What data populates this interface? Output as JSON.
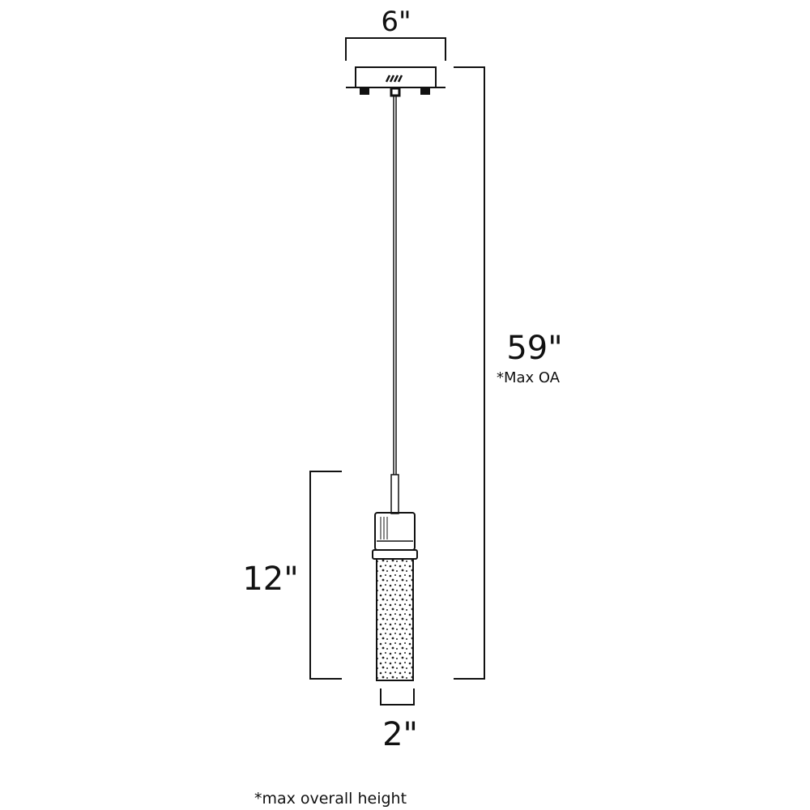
{
  "dimensions": {
    "canopy_width": "6\"",
    "overall_height": "59\"",
    "overall_height_note": "*Max OA",
    "fixture_height": "12\"",
    "fixture_width": "2\""
  },
  "footnote": "*max overall height",
  "colors": {
    "line": "#111111",
    "background": "#ffffff"
  }
}
